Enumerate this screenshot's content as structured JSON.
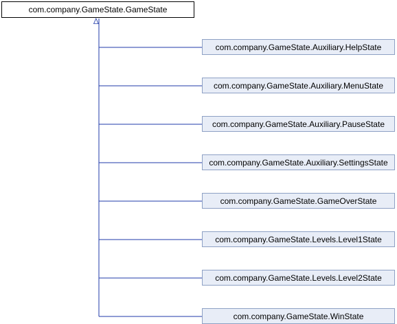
{
  "diagram": {
    "type": "inheritance",
    "base_class": "com.company.GameState.GameState",
    "subclasses": [
      "com.company.GameState.Auxiliary.HelpState",
      "com.company.GameState.Auxiliary.MenuState",
      "com.company.GameState.Auxiliary.PauseState",
      "com.company.GameState.Auxiliary.SettingsState",
      "com.company.GameState.GameOverState",
      "com.company.GameState.Levels.Level1State",
      "com.company.GameState.Levels.Level2State",
      "com.company.GameState.WinState"
    ],
    "colors": {
      "connector": "#1f3aa8",
      "node_fill": "#e8edf7",
      "node_border": "#8da0c4",
      "base_fill": "#ffffff",
      "base_border": "#000000"
    }
  }
}
